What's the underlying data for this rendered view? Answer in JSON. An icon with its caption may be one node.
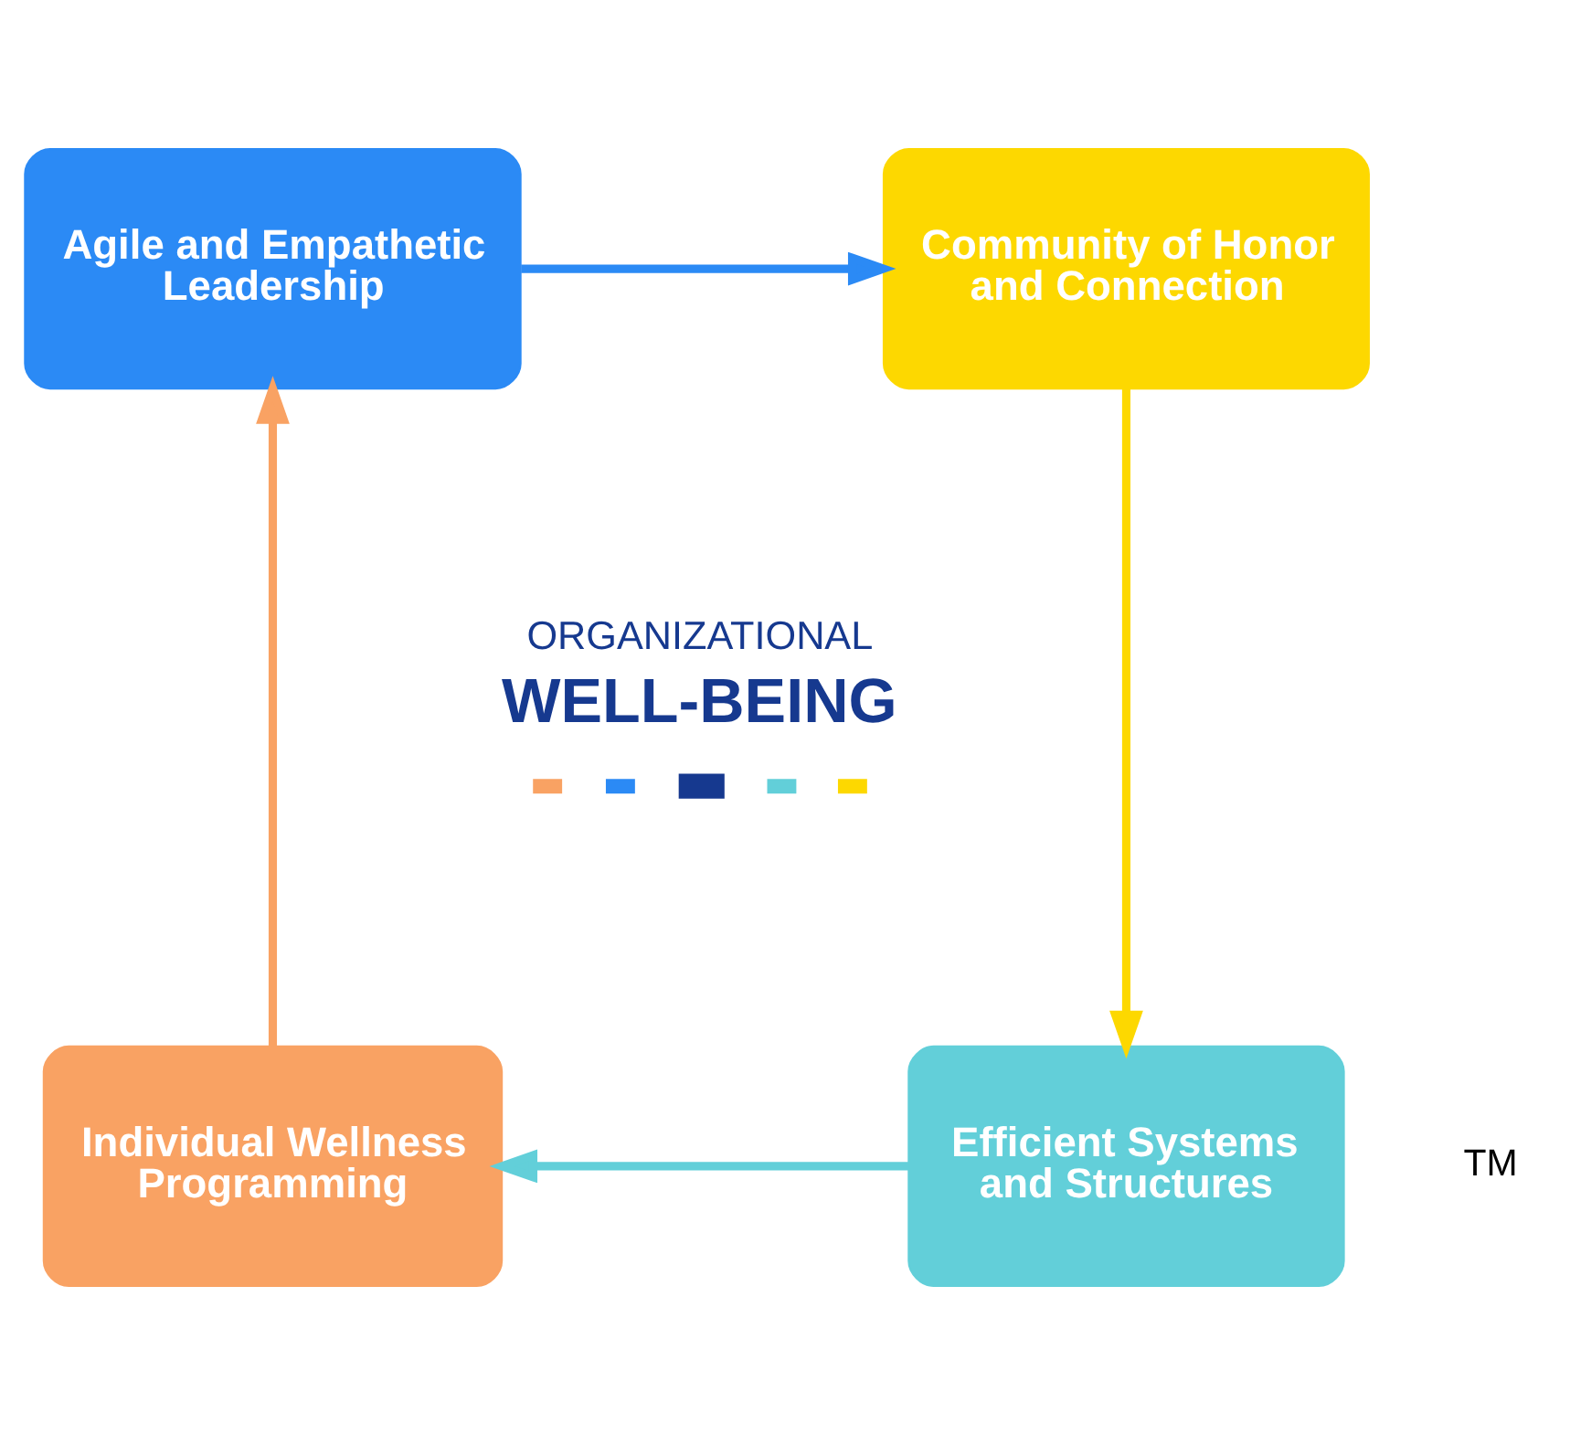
{
  "diagram": {
    "nodes": [
      {
        "text": [
          "ORGANIZATIONAL",
          "WELL-BEING"
        ]
      },
      {
        "text": [
          "Agile and Empathetic Leadership"
        ]
      },
      {
        "text": [
          "Community of Honor and Connection"
        ]
      },
      {
        "text": [
          "Individual Wellness Programming"
        ]
      },
      {
        "text": [
          "Efficient Systems and Structures"
        ]
      }
    ],
    "edges": [
      {
        "from": 1,
        "to": 2,
        "arrow": "to",
        "color": "#2b8af5"
      },
      {
        "from": 2,
        "to": 4,
        "arrow": "to",
        "color": "#fdd800"
      },
      {
        "from": 4,
        "to": 3,
        "arrow": "to",
        "color": "#62cfd9"
      },
      {
        "from": 3,
        "to": 1,
        "arrow": "to",
        "color": "#f9a263"
      }
    ],
    "labels": [
      "TM"
    ]
  }
}
